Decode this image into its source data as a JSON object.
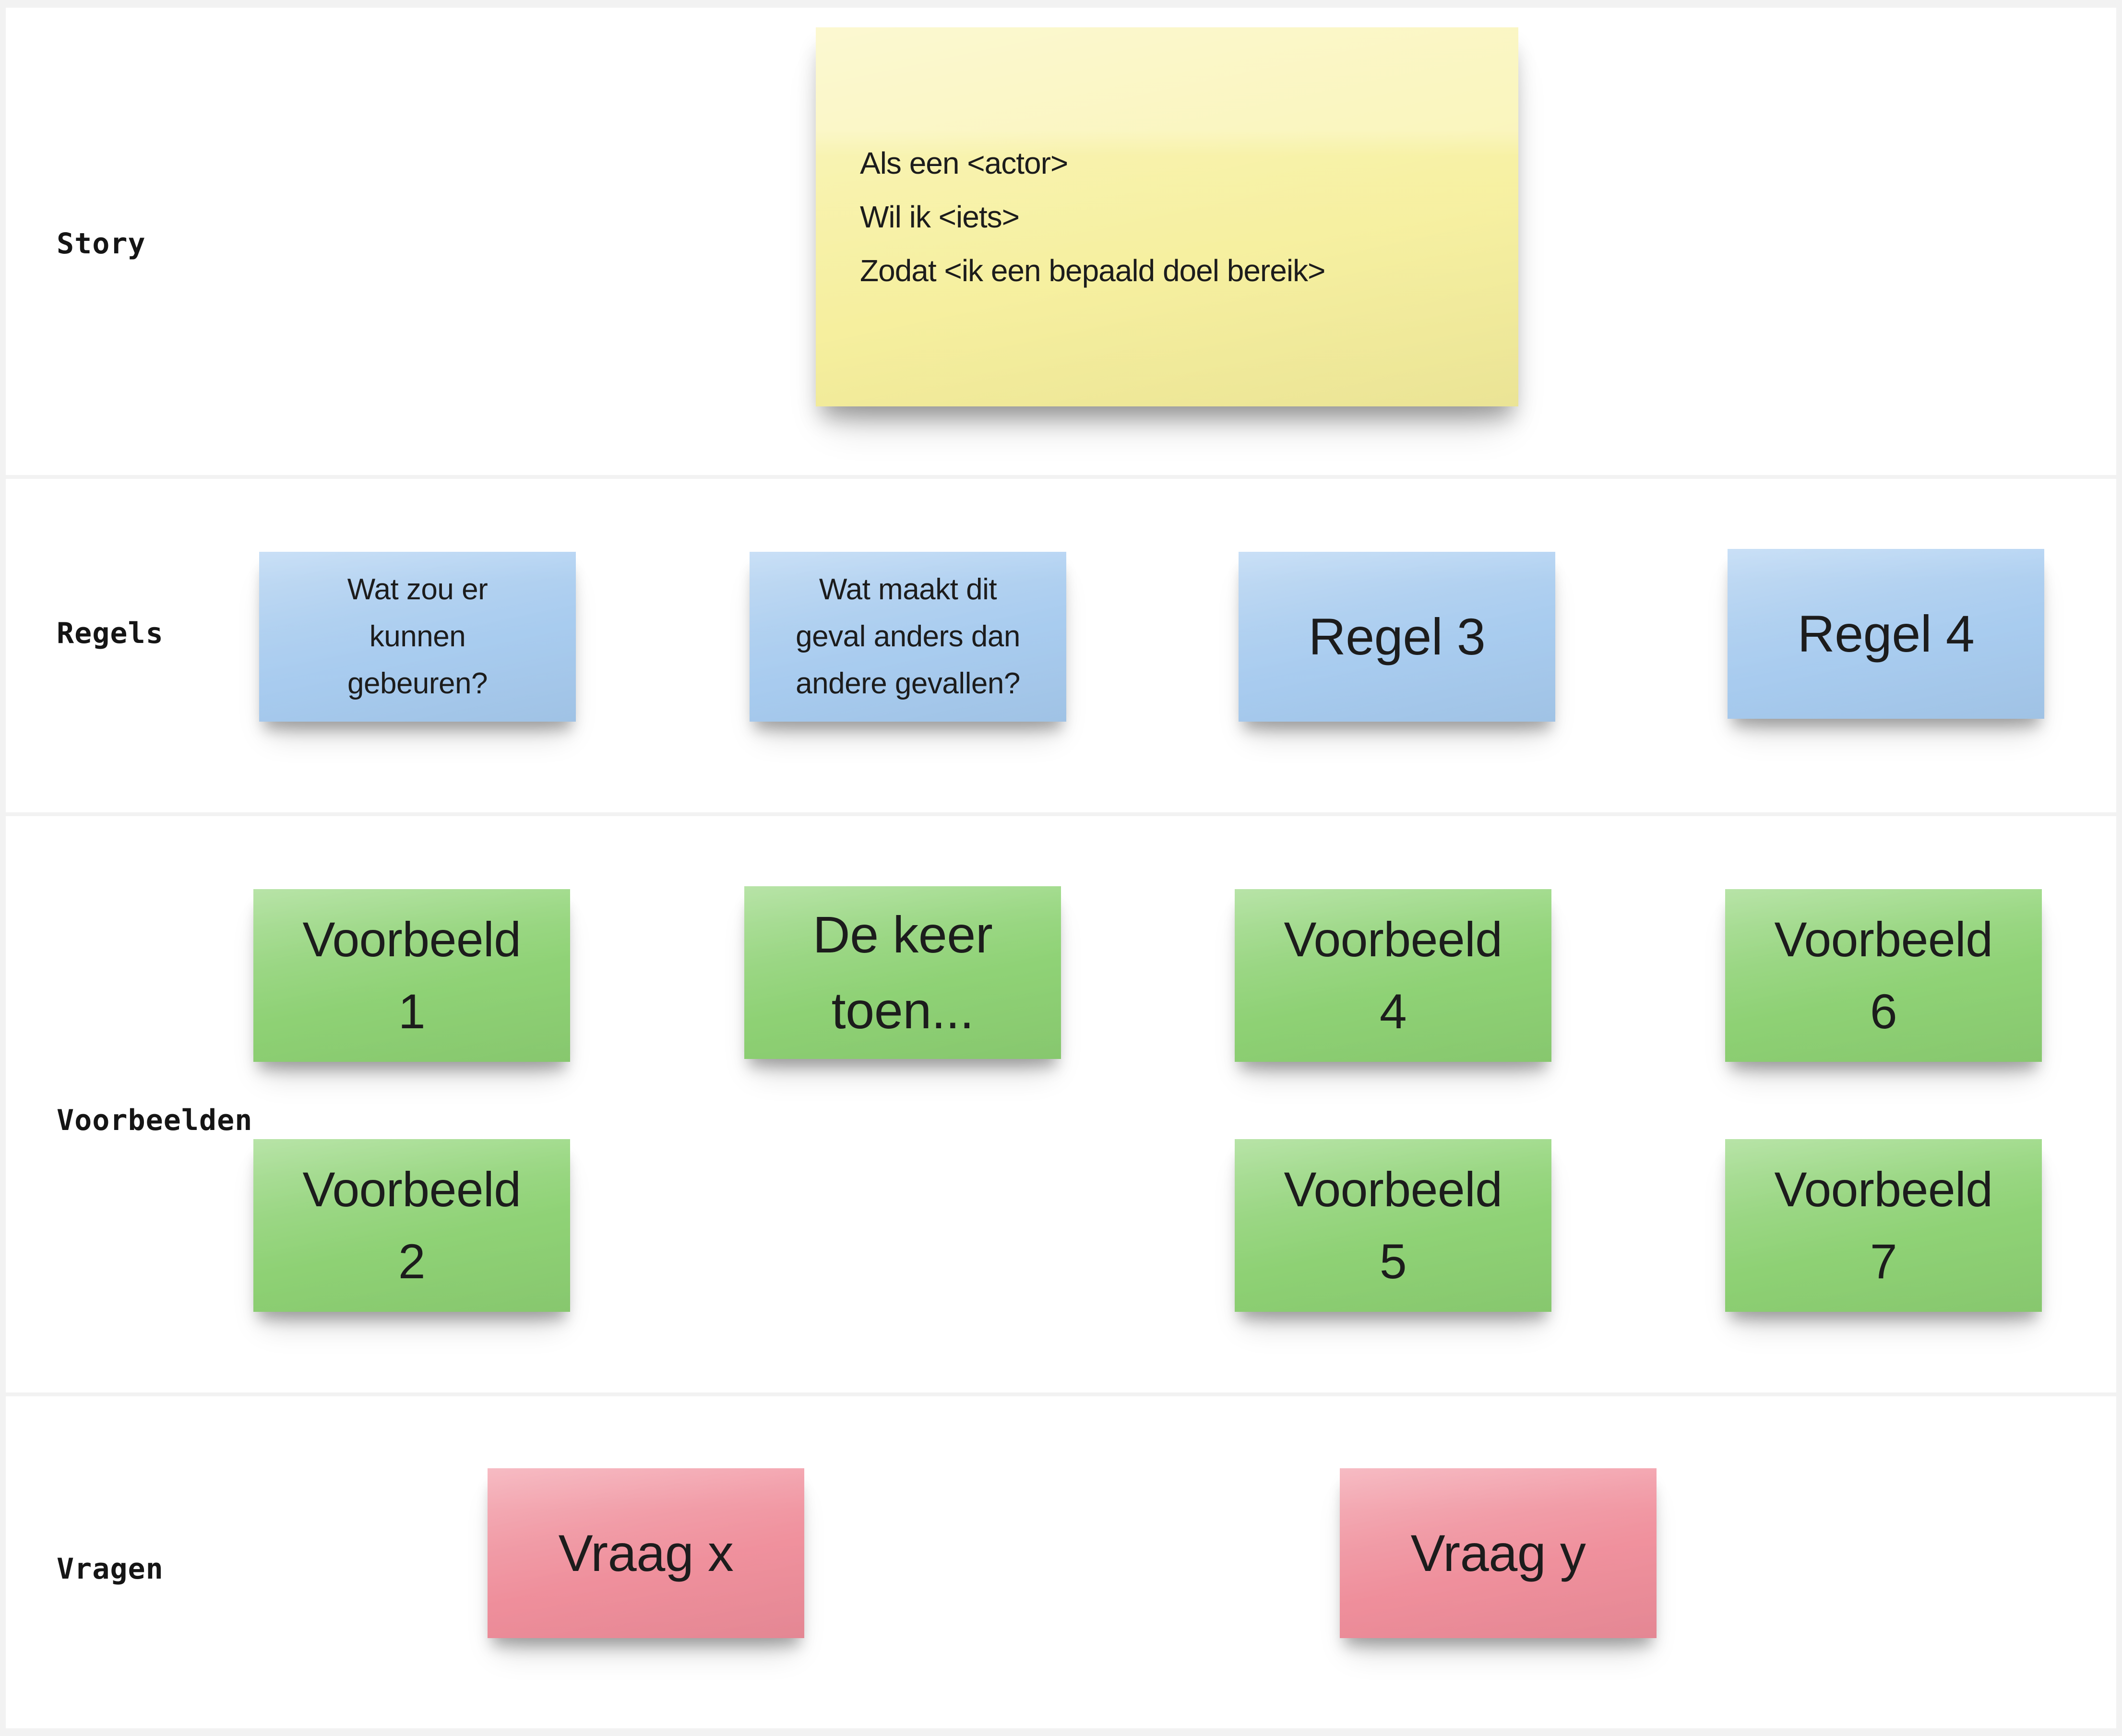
{
  "board": {
    "background_color": "#F2F2F2",
    "row_background_color": "#FFFFFF",
    "note_colors": {
      "story": "#F7F1A3",
      "rule": "#A7CBEF",
      "example": "#90D377",
      "question": "#F0929E"
    }
  },
  "row_labels": {
    "story": "Story",
    "rules": "Regels",
    "examples": "Voorbeelden",
    "questions": "Vragen"
  },
  "story_note": {
    "lines": [
      "Als een <actor>",
      "Wil ik <iets>",
      "Zodat <ik een bepaald doel bereik>"
    ]
  },
  "rule_notes": {
    "rule1_lines": [
      "Wat zou er",
      "kunnen",
      "gebeuren?"
    ],
    "rule2_lines": [
      "Wat maakt dit",
      "geval anders dan",
      "andere gevallen?"
    ],
    "rule3": "Regel 3",
    "rule4": "Regel 4"
  },
  "example_notes": {
    "example1_lines": [
      "Voorbeeld",
      "1"
    ],
    "example_keer_lines": [
      "De keer",
      "toen..."
    ],
    "example4_lines": [
      "Voorbeeld",
      "4"
    ],
    "example6_lines": [
      "Voorbeeld",
      "6"
    ],
    "example2_lines": [
      "Voorbeeld",
      "2"
    ],
    "example5_lines": [
      "Voorbeeld",
      "5"
    ],
    "example7_lines": [
      "Voorbeeld",
      "7"
    ]
  },
  "question_notes": {
    "question_x": "Vraag x",
    "question_y": "Vraag y"
  }
}
